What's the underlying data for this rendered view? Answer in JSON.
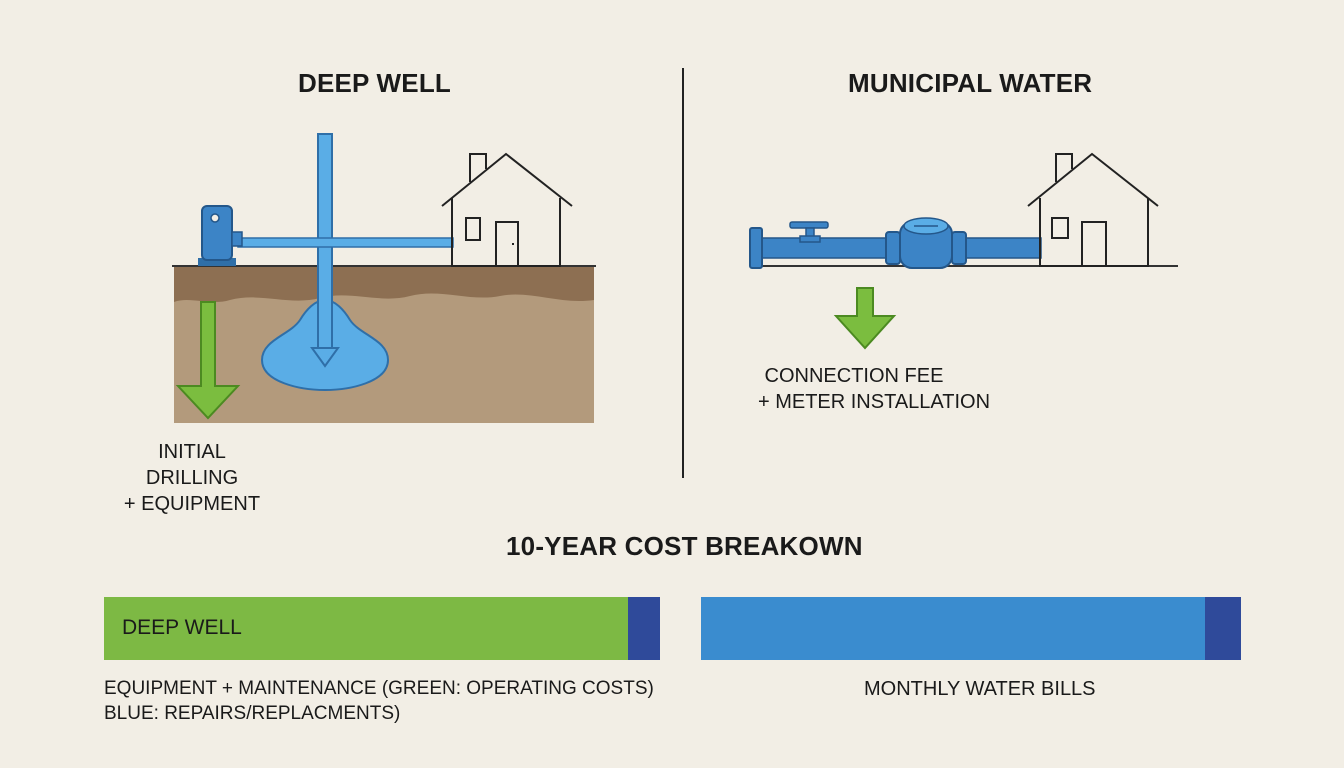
{
  "left_panel": {
    "title": "DEEP WELL",
    "cost_label_line1": "INITIAL DRILLING",
    "cost_label_line2": "+ EQUIPMENT"
  },
  "right_panel": {
    "title": "MUNICIPAL WATER",
    "cost_label_line1": "CONNECTION FEE",
    "cost_label_line2": "+ METER INSTALLATION"
  },
  "breakdown": {
    "title": "10-YEAR COST BREAKOWN",
    "well_bar": {
      "label": "DEEP WELL",
      "caption_line1": "EQUIPMENT + MAINTENANCE (GREEN: OPERATING COSTS)",
      "caption_line2": "BLUE: REPAIRS/REPLACMENTS)"
    },
    "municipal_bar": {
      "caption": "MONTHLY WATER BILLS"
    }
  },
  "colors": {
    "background": "#f2eee5",
    "water_blue": "#5aade6",
    "pipe_blue": "#3c84c6",
    "arrow_green": "#7bbd3f",
    "bar_green": "#7db944",
    "bar_navy": "#2f4a9a",
    "bar_blue": "#3a8ccf",
    "soil": "#b39a7c",
    "soil_dark": "#8d6f52"
  }
}
